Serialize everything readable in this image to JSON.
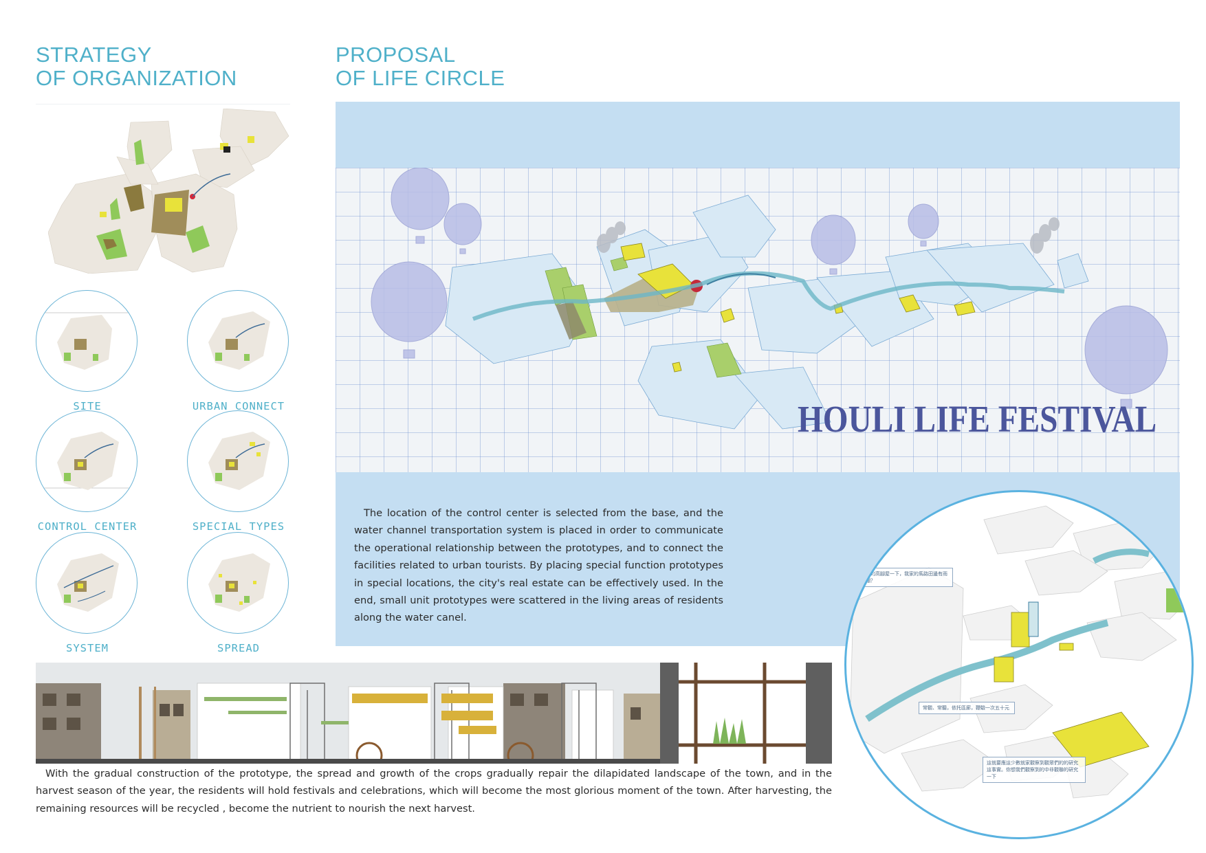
{
  "left": {
    "title_line1": "STRATEGY",
    "title_line2": "OF ORGANIZATION",
    "diagrams": [
      {
        "label": "SITE"
      },
      {
        "label": "URBAN CONNECT"
      },
      {
        "label": "CONTROL CENTER"
      },
      {
        "label": "SPECIAL TYPES"
      },
      {
        "label": "SYSTEM"
      },
      {
        "label": "SPREAD"
      }
    ]
  },
  "right": {
    "title_line1": "PROPOSAL",
    "title_line2": "OF LIFE CIRCLE",
    "festival_title": "HOULI LIFE FESTIVAL",
    "description": "The location of the control center is selected from the base, and the water channel transportation system is placed in order to communicate the operational relationship between the prototypes, and to connect the facilities related to urban tourists. By placing special function prototypes in special locations, the city's real estate can be effectively used. In the end, small unit prototypes were scattered in the living areas of residents along the water canel."
  },
  "axon_notes": {
    "note1": "我家的高腳屋一下，我家的馬路田邊有雨傘棚？",
    "note2": "常觀、常聽，依托區廊，鞭驗一次五十元",
    "note3": "這就要應這少數就家觀察到觀眾們的的研究這事實。你想我們觀察到的中非觀聯的研究一下"
  },
  "bottom": {
    "description": "With the gradual construction of the prototype, the spread and growth of the crops gradually repair the dilapidated landscape of the town, and in the harvest season of the year, the residents will hold festivals and celebrations, which will become the most glorious moment of the town. After harvesting, the remaining resources will be recycled , become the nutrient to nourish the next harvest."
  },
  "colors": {
    "title": "#4fb0c9",
    "panel": "#c4def2",
    "festival": "#4b569c",
    "circle_border": "#5ab2e0",
    "accent_yellow": "#e8e23a",
    "accent_green": "#8fc95a"
  }
}
